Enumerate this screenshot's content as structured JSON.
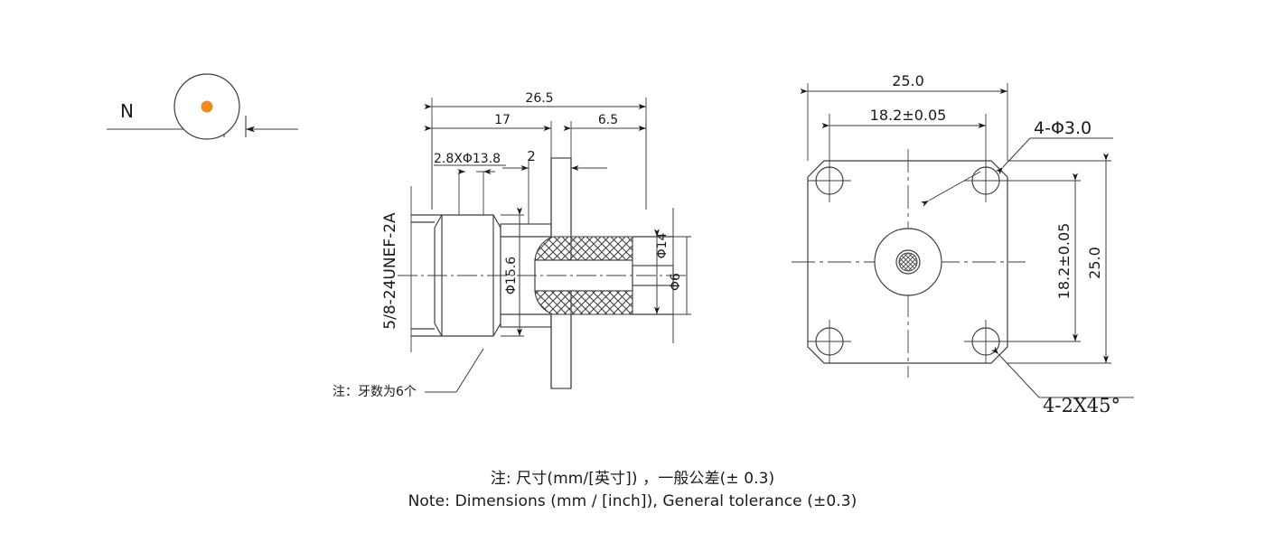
{
  "sheet": {
    "background_color": "#ffffff",
    "line_color": "#3c3c3c",
    "text_color": "#1a1a1a",
    "accent_color": "#ef8a23"
  },
  "left_view": {
    "name": "N-type connector interface symbol",
    "label": "N",
    "center_dot_color": "#ef8a23"
  },
  "center_view": {
    "name": "side section view",
    "dimensions": {
      "overall_length": "26.5",
      "body_length": "17",
      "rear_length": "6.5",
      "flange_thickness": "2",
      "thread_chamfer": "2.8XΦ13.8",
      "hex_across_flats": "Φ15.6",
      "flange_dia": "Φ14",
      "pin_dia": "Φ6"
    },
    "thread_callout": "5/8-24UNEF-2A",
    "thread_note": "注：牙数为6个"
  },
  "right_view": {
    "name": "front flange view",
    "dimensions": {
      "width_overall": "25.0",
      "hole_pitch_horizontal": "18.2±0.05",
      "height_overall": "25.0",
      "hole_pitch_vertical": "18.2±0.05"
    },
    "hole_callout": "4-Φ3.0",
    "chamfer_callout": "4-2X45°"
  },
  "notes": {
    "line_cn": "注: 尺寸(mm/[英寸]) ，一般公差(± 0.3)",
    "line_en": "Note: Dimensions (mm / [inch]), General tolerance (±0.3)"
  }
}
